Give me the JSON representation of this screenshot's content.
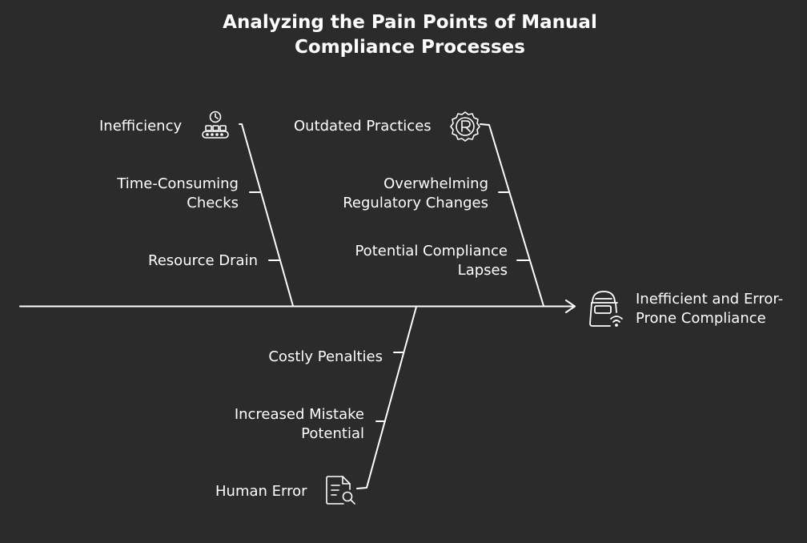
{
  "title_line1": "Analyzing the Pain Points of Manual",
  "title_line2": "Compliance Processes",
  "effect": {
    "line1": "Inefficient and Error-",
    "line2": "Prone Compliance",
    "icon": "compliance-lock-icon"
  },
  "categories": {
    "inefficiency": {
      "label": "Inefficiency",
      "icon": "conveyor-clock-icon",
      "causes": [
        "Time-Consuming Checks",
        "Resource Drain"
      ],
      "cause1_lines": [
        "Time-Consuming",
        "Checks"
      ]
    },
    "outdated": {
      "label": "Outdated Practices",
      "icon": "registered-seal-icon",
      "causes": [
        "Overwhelming Regulatory Changes",
        "Potential Compliance Lapses"
      ],
      "cause1_lines": [
        "Overwhelming",
        "Regulatory Changes"
      ],
      "cause2_lines": [
        "Potential Compliance",
        "Lapses"
      ]
    },
    "human_error": {
      "label": "Human Error",
      "icon": "document-search-icon",
      "causes": [
        "Costly Penalties",
        "Increased Mistake Potential"
      ],
      "cause2_lines": [
        "Increased Mistake",
        "Potential"
      ]
    }
  },
  "colors": {
    "background": "#2b2b2b",
    "ink": "#ffffff"
  }
}
